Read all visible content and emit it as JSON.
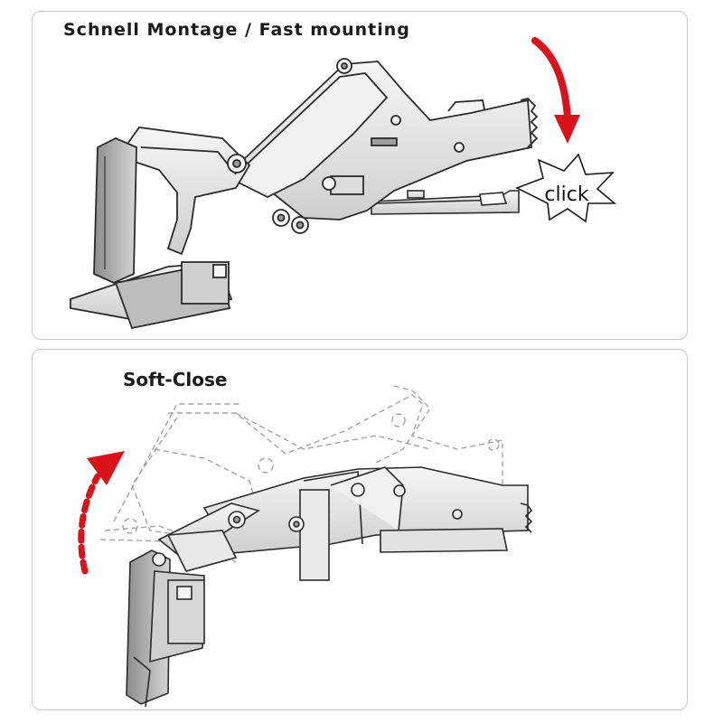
{
  "panels": {
    "top": {
      "title": "Schnell Montage / Fast mounting",
      "callout": "click"
    },
    "bottom": {
      "title": "Soft-Close"
    }
  },
  "colors": {
    "accent": "#d9121b",
    "metal": "#e9e9e9",
    "metal_dark": "#bdbdbd",
    "outline": "#2b2b2b",
    "ghost": "#9a9a9a"
  },
  "icons": [
    "red-curved-arrow-down",
    "click-burst",
    "red-dashed-arrow-up"
  ]
}
